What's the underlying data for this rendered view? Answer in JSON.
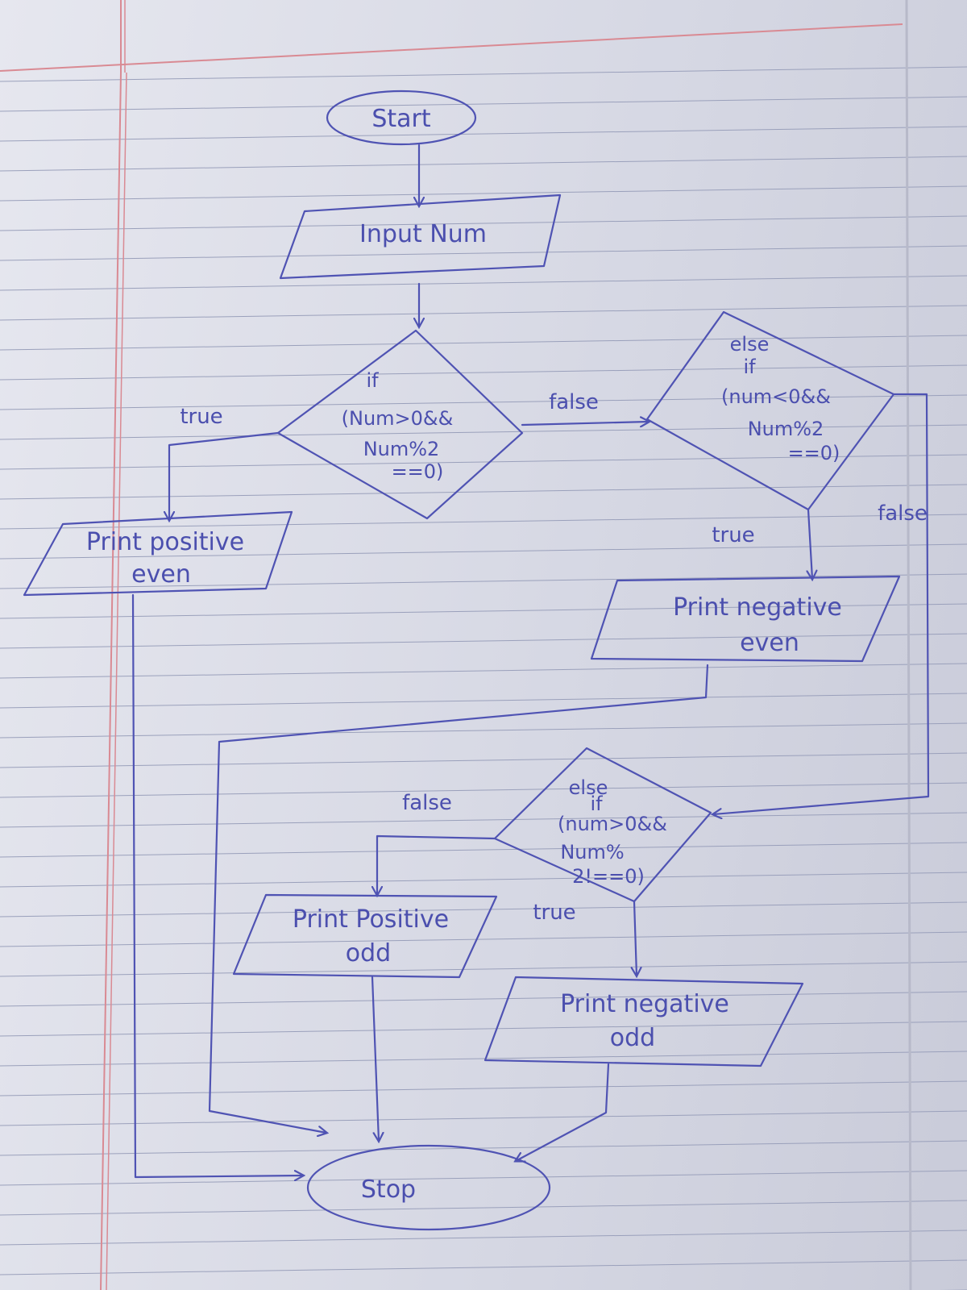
{
  "flowchart": {
    "start_label": "Start",
    "input_label": "Input Num",
    "decision1": {
      "line1": "if",
      "line2": "(Num>0&&",
      "line3": "Num%2",
      "line4": "==0)"
    },
    "decision2": {
      "line1": "else",
      "line2": "if",
      "line3": "(num<0&&",
      "line4": "Num%2",
      "line5": "==0)"
    },
    "decision3": {
      "line1": "else",
      "line2": "if",
      "line3": "(num>0&&",
      "line4": "Num%",
      "line5": "2!==0)"
    },
    "print_positive_even": {
      "line1": "Print positive",
      "line2": "even"
    },
    "print_negative_even": {
      "line1": "Print negative",
      "line2": "even"
    },
    "print_positive_odd": {
      "line1": "Print Positive",
      "line2": "odd"
    },
    "print_negative_odd": {
      "line1": "Print negative",
      "line2": "odd"
    },
    "stop_label": "Stop",
    "edge_labels": {
      "d1_true": "true",
      "d1_false": "false",
      "d2_true": "true",
      "d2_false": "false",
      "d3_false": "false",
      "d3_true": "true"
    }
  },
  "colors": {
    "ink": "#4f53b3",
    "paper": "#dfe0ea",
    "rule_line": "#9aa0bb",
    "margin_line": "#d98a93"
  }
}
